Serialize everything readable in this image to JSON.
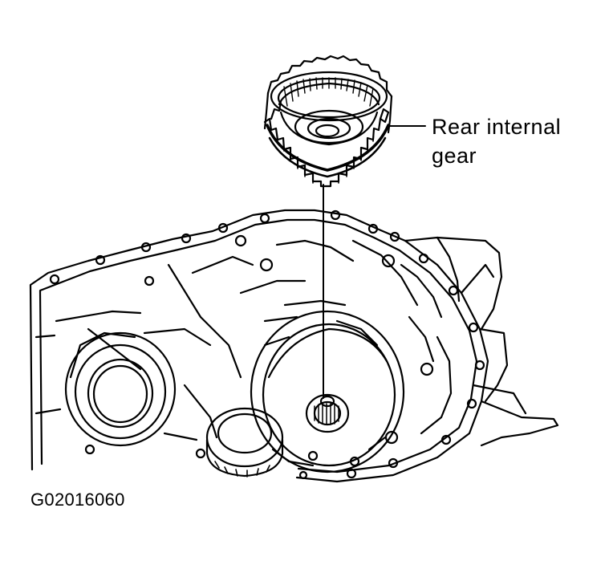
{
  "figure": {
    "callout_line1": "Rear internal",
    "callout_line2": "gear",
    "figure_id": "G02016060"
  }
}
